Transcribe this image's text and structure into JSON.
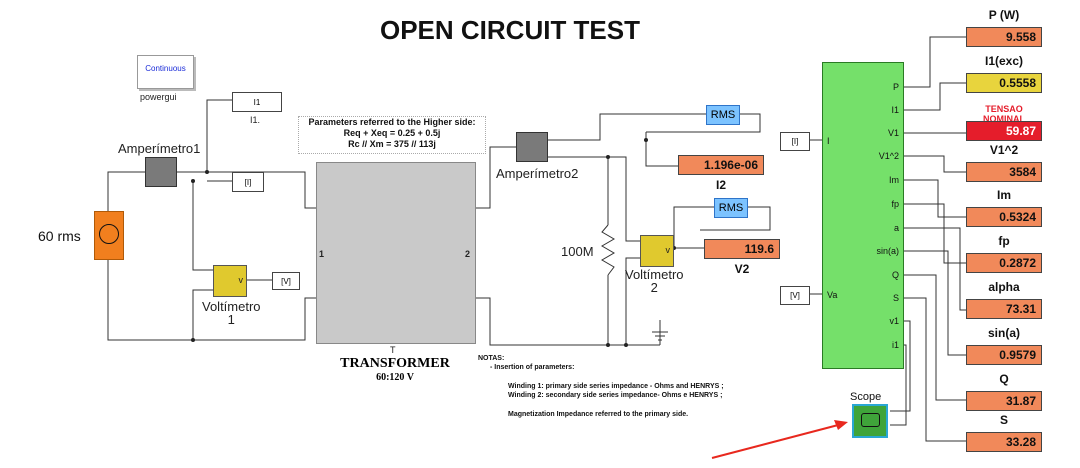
{
  "title": "OPEN CIRCUIT TEST",
  "powergui": {
    "mode": "Continuous",
    "label": "powergui"
  },
  "source": {
    "label": "60 rms"
  },
  "ammeter1": {
    "label": "Amperímetro1"
  },
  "ammeter2": {
    "label": "Amperímetro2"
  },
  "voltmeter1": {
    "label": "Voltímetro\n1",
    "port": "v"
  },
  "voltmeter2": {
    "label": "Voltímetro\n2",
    "port": "v"
  },
  "tags": {
    "i1_goto": "I1",
    "i1_caption": "I1.",
    "i_goto": "[I]",
    "v_goto": "[V]",
    "i_from": "[I]",
    "v_from": "[V]"
  },
  "parameters": {
    "line1": "Parameters  referred to the Higher side:",
    "line2": "Req + Xeq = 0.25 + 0.5j",
    "line3": "Rc // Xm = 375 // 113j"
  },
  "transformer": {
    "tag": "T",
    "name": "TRANSFORMER",
    "rating": "60:120 V",
    "port1": "1",
    "port2": "2"
  },
  "resistor": {
    "label": "100M"
  },
  "rms1": {
    "label": "RMS"
  },
  "rms2": {
    "label": "RMS"
  },
  "displays_left": [
    {
      "id": "i2",
      "value": "1.196e-06",
      "label": "I2"
    },
    {
      "id": "v2",
      "value": "119.6",
      "label": "V2"
    }
  ],
  "subsystem": {
    "inputs": [
      "I",
      "Va"
    ],
    "outputs": [
      "P",
      "I1",
      "V1",
      "V1^2",
      "Im",
      "fp",
      "a",
      "sin(a)",
      "Q",
      "S",
      "v1",
      "i1"
    ]
  },
  "displays_right": [
    {
      "label": "P (W)",
      "value": "9.558",
      "style": "orange"
    },
    {
      "label": "I1(exc)",
      "value": "0.5558",
      "style": "yellow"
    },
    {
      "label": "TENSAO NOMINAL",
      "value": "59.87",
      "style": "red"
    },
    {
      "label": "V1^2",
      "value": "3584",
      "style": "orange"
    },
    {
      "label": "Im",
      "value": "0.5324",
      "style": "orange"
    },
    {
      "label": "fp",
      "value": "0.2872",
      "style": "orange"
    },
    {
      "label": "alpha",
      "value": "73.31",
      "style": "orange"
    },
    {
      "label": "sin(a)",
      "value": "0.9579",
      "style": "orange"
    },
    {
      "label": "Q",
      "value": "31.87",
      "style": "orange"
    },
    {
      "label": "S",
      "value": "33.28",
      "style": "orange"
    }
  ],
  "scope": {
    "label": "Scope"
  },
  "notes": {
    "header": "NOTAS:",
    "l1": "- Insertion of parameters:",
    "l2": "Winding 1: primary side series impedance - Ohms and HENRYS ;",
    "l3": "Winding 2: secondary side series impedance- Ohms e HENRYS ;",
    "l4": "Magnetization Impedance referred to the primary side."
  },
  "colors": {
    "display": "#f1895a",
    "subsystem": "#75e06a",
    "arrow": "#e8281e",
    "alert": "#e51d2b"
  }
}
